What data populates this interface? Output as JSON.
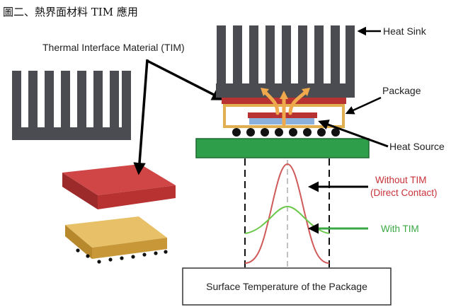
{
  "figure_caption": "圖二、熱界面材料 TIM 應用",
  "labels": {
    "tim": "Thermal Interface Material (TIM)",
    "heat_sink": "Heat Sink",
    "package": "Package",
    "heat_source": "Heat Source",
    "without_tim_line1": "Without TIM",
    "without_tim_line2": "(Direct Contact)",
    "with_tim": "With TIM",
    "surface_temperature": "Surface Temperature of the Package"
  },
  "colors": {
    "fin_gray": "#4a4c52",
    "tim_red": "#b83232",
    "tim_red_top": "#d04646",
    "pad_yellow": "#e8c068",
    "pad_yellow_dark": "#c89838",
    "pcb_green": "#2f9e4a",
    "heat_arrow": "#f0a84c",
    "die_blue": "#8cb0dc",
    "curve_without": "#d05a5a",
    "curve_with": "#6cc84a",
    "label_without": "#c8323a",
    "label_with": "#3aa844"
  }
}
